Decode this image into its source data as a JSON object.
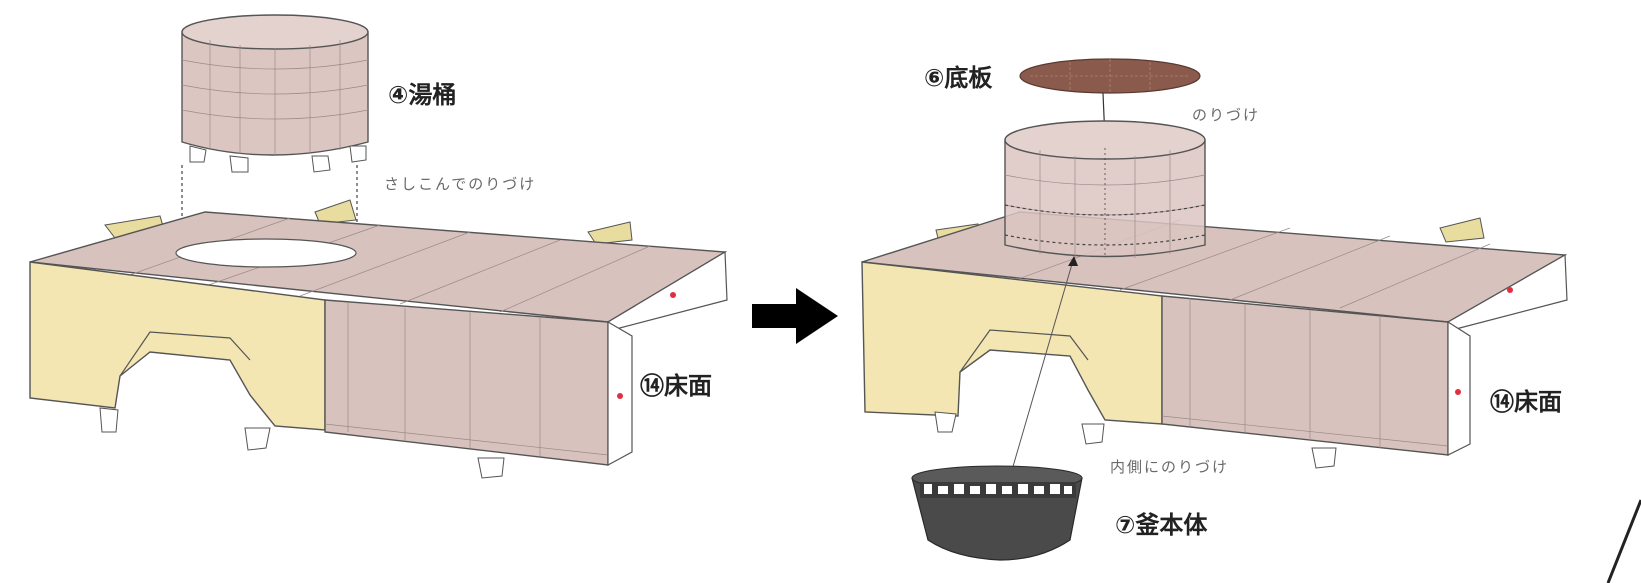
{
  "labels": {
    "yuoke": "④湯桶",
    "sashikomi": "さしこんでのりづけ",
    "floor_left": "⑭床面",
    "sokoita": "⑥底板",
    "noridzuke": "のりづけ",
    "uchigawa": "内側にのりづけ",
    "kama": "⑦釜本体",
    "floor_right": "⑭床面"
  },
  "colors": {
    "wood": "#d8c2bd",
    "wood_dark": "#c8aea8",
    "yellow_panel": "#f4e6b3",
    "bottom_board": "#8a5a4c",
    "pot": "#4a4a4a",
    "arrow": "#000000",
    "marker": "#e03040"
  },
  "icons": {
    "step_arrow": "right-arrow-icon"
  }
}
